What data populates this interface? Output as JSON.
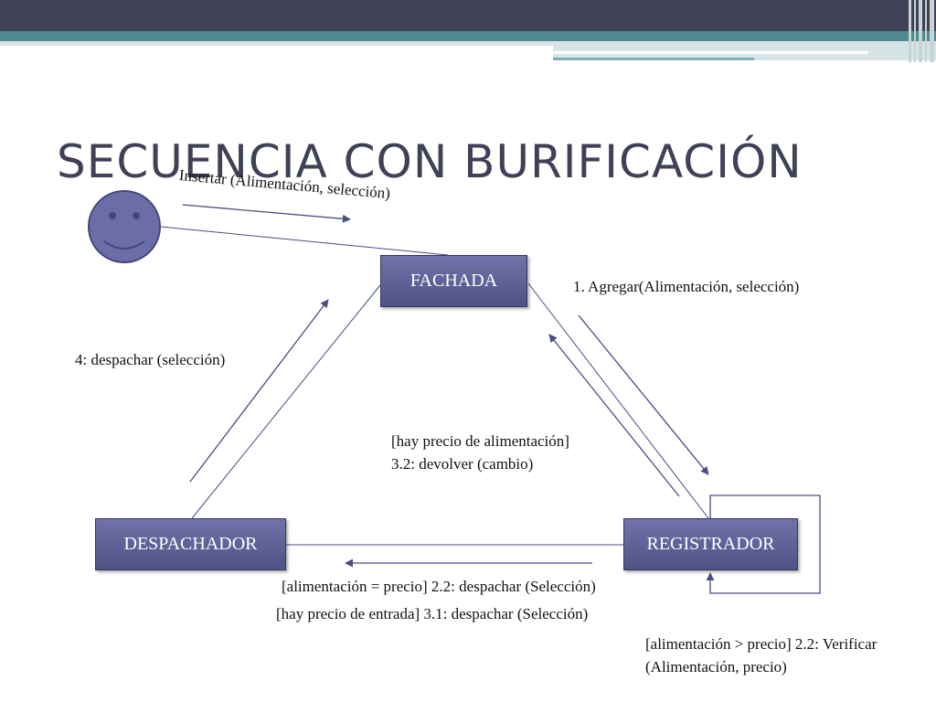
{
  "title": "SECUENCIA CON BURIFICACIÓN",
  "nodes": {
    "fachada": "FACHADA",
    "despachador": "DESPACHADOR",
    "registrador": "REGISTRADOR"
  },
  "messages": {
    "insertar": "Insertar (Alimentación, selección)",
    "agregar": "1. Agregar(Alimentación, selección)",
    "despachar4": "4: despachar (selección)",
    "devolver_guard": "[hay precio de alimentación]",
    "devolver": "3.2: devolver  (cambio)",
    "alimentacion_igual": "[alimentación = precio]  2.2: despachar  (Selección)",
    "precio_entrada": "[hay precio de entrada]  3.1: despachar  (Selección)",
    "verificar_line1": "[alimentación > precio]  2.2: Verificar",
    "verificar_line2": "(Alimentación, precio)"
  },
  "colors": {
    "header_dark": "#3f4156",
    "header_teal": "#4e8a8f",
    "title": "#3f4156",
    "box_fill": "#6063a0",
    "actor_fill": "#6a6da8",
    "arrow": "#4a4d80"
  },
  "icons": {
    "actor": "smiley-face-icon"
  }
}
